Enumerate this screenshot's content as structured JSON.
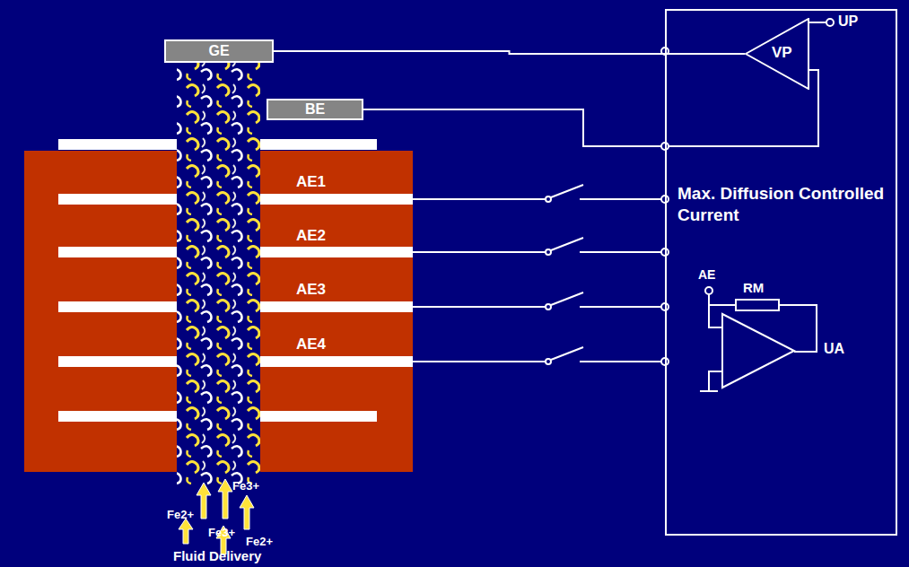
{
  "diagram": {
    "nodes": [
      {
        "text": [
          "GE"
        ]
      },
      {
        "text": [
          "BE"
        ]
      },
      {
        "text": [
          "Max. Diffusion Controlled Current"
        ]
      },
      {
        "text": [
          "VP"
        ],
        "in": 2
      }
    ],
    "edges": [
      {
        "from": 0,
        "to": 3,
        "arrow": "none"
      }
    ],
    "labels": [
      "AE1",
      "AE2",
      "AE3",
      "AE4",
      "UP",
      "AE",
      "RM",
      "UA",
      "Fe2+",
      "Fe3+",
      "Fe3+",
      "Fe2+",
      "Fluid Delivery"
    ]
  }
}
